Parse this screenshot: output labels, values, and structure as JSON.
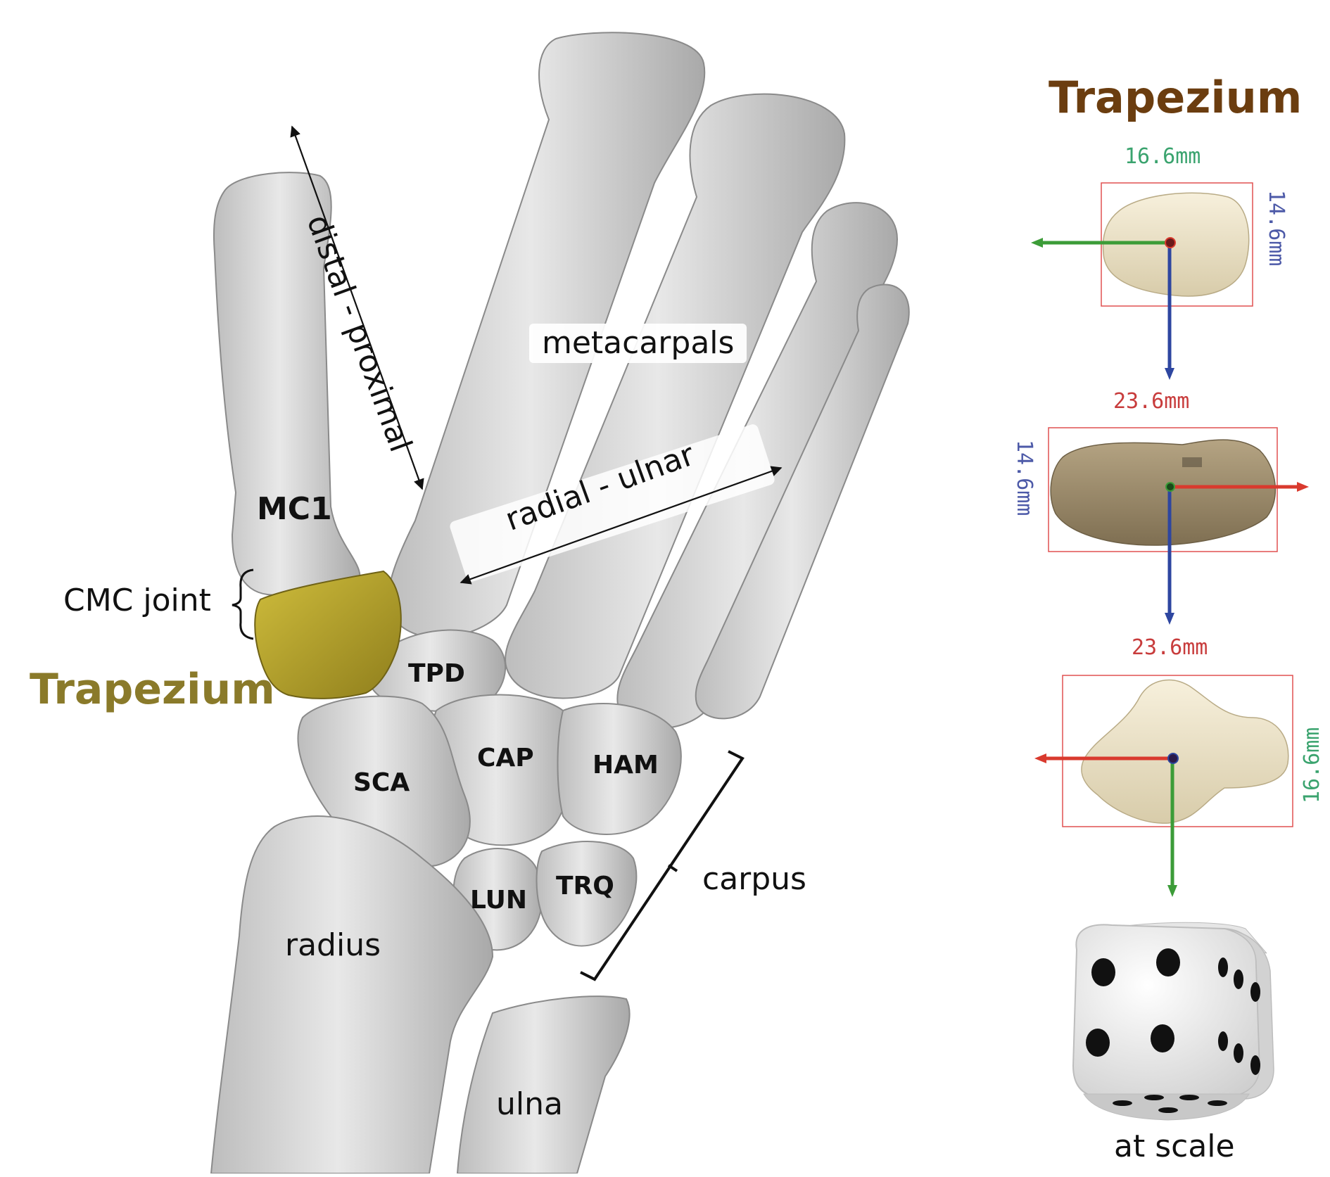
{
  "labels": {
    "mc1": "MC1",
    "cmc_joint": "CMC joint",
    "trapezium_main": "Trapezium",
    "tpd": "TPD",
    "sca": "SCA",
    "cap": "CAP",
    "ham": "HAM",
    "lun": "LUN",
    "trq": "TRQ",
    "radius": "radius",
    "ulna": "ulna",
    "carpus": "carpus",
    "metacarpals": "metacarpals",
    "distal_proximal": "distal - proximal",
    "radial_ulnar": "radial - ulnar"
  },
  "panel": {
    "title": "Trapezium",
    "view1": {
      "width_label": "16.6mm",
      "height_label": "14.6mm"
    },
    "view2": {
      "width_label": "23.6mm",
      "height_label": "14.6mm"
    },
    "view3": {
      "width_label": "23.6mm",
      "height_label": "16.6mm"
    },
    "die_caption": "at scale"
  },
  "colors": {
    "bone": "#d9d9d9",
    "trapezium": "#b8a52c",
    "trapezium_label": "#8a7a2a",
    "title_brown": "#6b3d0f",
    "axis_red": "#d93a2e",
    "axis_green": "#3c9c38",
    "axis_blue": "#2e46a0",
    "dim_green": "#3aa36e",
    "dim_blue": "#4d5aa8",
    "dim_red": "#c83c3c",
    "bbox": "#e05050",
    "model_light": "#efe6cc",
    "model_dark": "#9b8a6a"
  }
}
